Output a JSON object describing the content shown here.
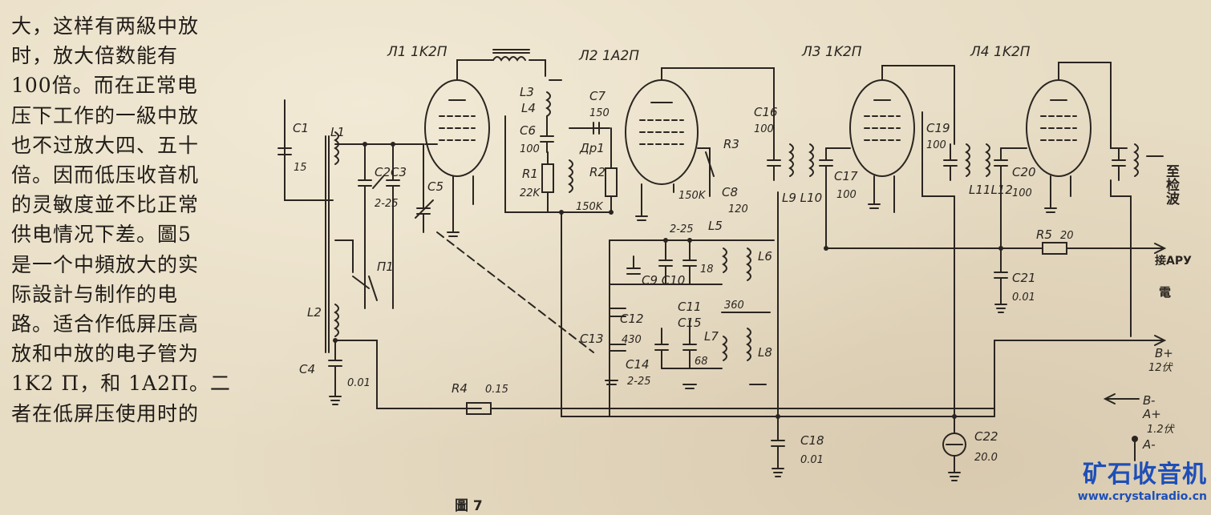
{
  "text_lines": [
    "大，这样有两級中放",
    "时，放大倍数能有",
    "100倍。而在正常电",
    "压下工作的一級中放",
    "也不过放大四、五十",
    "倍。因而低压收音机",
    "的灵敏度並不比正常",
    "供电情况下差。圖5",
    "是一个中頻放大的实",
    "际設計与制作的电",
    "路。适合作低屏压高",
    "放和中放的电子管为",
    "1K2 П，和 1A2П。二",
    "者在低屏压使用时的"
  ],
  "figure_caption": "圖 7",
  "tubes": [
    "Л1 1K2П",
    "Л2 1A2П",
    "Л3 1K2П",
    "Л4 1K2П"
  ],
  "components": {
    "c1": "C1",
    "c1_val": "15",
    "l1": "L1",
    "l2": "L2",
    "c2c3": "C2C3",
    "c2c3_val": "2-25",
    "c4": "C4",
    "c4_val": "0.01",
    "c5": "C5",
    "p1": "П1",
    "l3": "L3",
    "l4": "L4",
    "c6": "C6",
    "c6_val": "100",
    "r1": "R1",
    "r1_val": "22K",
    "c7": "C7",
    "c7_val": "150",
    "dr1": "Др1",
    "r2": "R2",
    "r2_val": "150K",
    "r3": "R3",
    "r3_val": "150K",
    "c8": "C8",
    "c8_val": "120",
    "l5": "L5",
    "l6": "L6",
    "l7": "L7",
    "l8": "L8",
    "c9c10": "C9  C10",
    "c10_val": "18",
    "c_225": "2-25",
    "c11": "C11",
    "c11_val": "360",
    "c12": "C12",
    "c12_val": "430",
    "c13": "C13",
    "c14": "C14",
    "c14_val": "2-25",
    "c15": "C15",
    "c15_val": "68",
    "c16": "C16",
    "c16_val": "100",
    "l9l10": "L9 L10",
    "c17": "C17",
    "c17_val": "100",
    "c18": "C18",
    "c18_val": "0.01",
    "c19": "C19",
    "c19_val": "100",
    "l11l12": "L11L12",
    "c20": "C20",
    "c20_val": "100",
    "r4": "R4",
    "r4_val": "0.15",
    "r5": "R5",
    "r5_val": "20",
    "c21": "C21",
    "c21_val": "0.01",
    "c22": "C22",
    "c22_val": "20.0"
  },
  "terminals": {
    "detector": "至检波",
    "agc": "接APУ",
    "agc_unit": "電",
    "b_plus": "B+",
    "b_plus_volt": "12伏",
    "b_minus": "B-",
    "a_plus": "A+",
    "a_plus_volt": "1.2伏",
    "a_minus": "A-"
  },
  "watermark": {
    "logo": "矿石收音机",
    "url": "www.crystalradio.cn"
  }
}
